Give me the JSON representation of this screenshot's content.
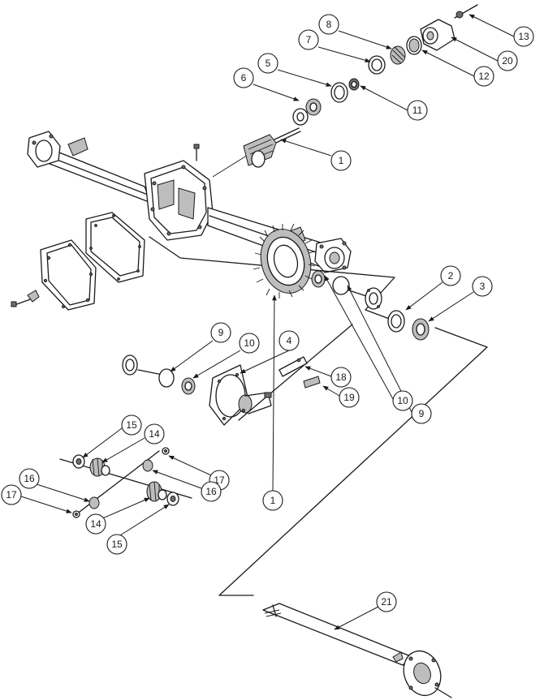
{
  "callouts": [
    {
      "id": "c13",
      "label": "13"
    },
    {
      "id": "c8",
      "label": "8"
    },
    {
      "id": "c7",
      "label": "7"
    },
    {
      "id": "c20",
      "label": "20"
    },
    {
      "id": "c12",
      "label": "12"
    },
    {
      "id": "c5",
      "label": "5"
    },
    {
      "id": "c6",
      "label": "6"
    },
    {
      "id": "c11",
      "label": "11"
    },
    {
      "id": "c1a",
      "label": "1"
    },
    {
      "id": "c2",
      "label": "2"
    },
    {
      "id": "c3",
      "label": "3"
    },
    {
      "id": "c9a",
      "label": "9"
    },
    {
      "id": "c10a",
      "label": "10"
    },
    {
      "id": "c4",
      "label": "4"
    },
    {
      "id": "c18",
      "label": "18"
    },
    {
      "id": "c19",
      "label": "19"
    },
    {
      "id": "c10b",
      "label": "10"
    },
    {
      "id": "c9b",
      "label": "9"
    },
    {
      "id": "c15a",
      "label": "15"
    },
    {
      "id": "c14a",
      "label": "14"
    },
    {
      "id": "c17a",
      "label": "17"
    },
    {
      "id": "c16a",
      "label": "16"
    },
    {
      "id": "c1b",
      "label": "1"
    },
    {
      "id": "c16b",
      "label": "16"
    },
    {
      "id": "c17b",
      "label": "17"
    },
    {
      "id": "c14b",
      "label": "14"
    },
    {
      "id": "c15b",
      "label": "15"
    },
    {
      "id": "c21",
      "label": "21"
    }
  ]
}
